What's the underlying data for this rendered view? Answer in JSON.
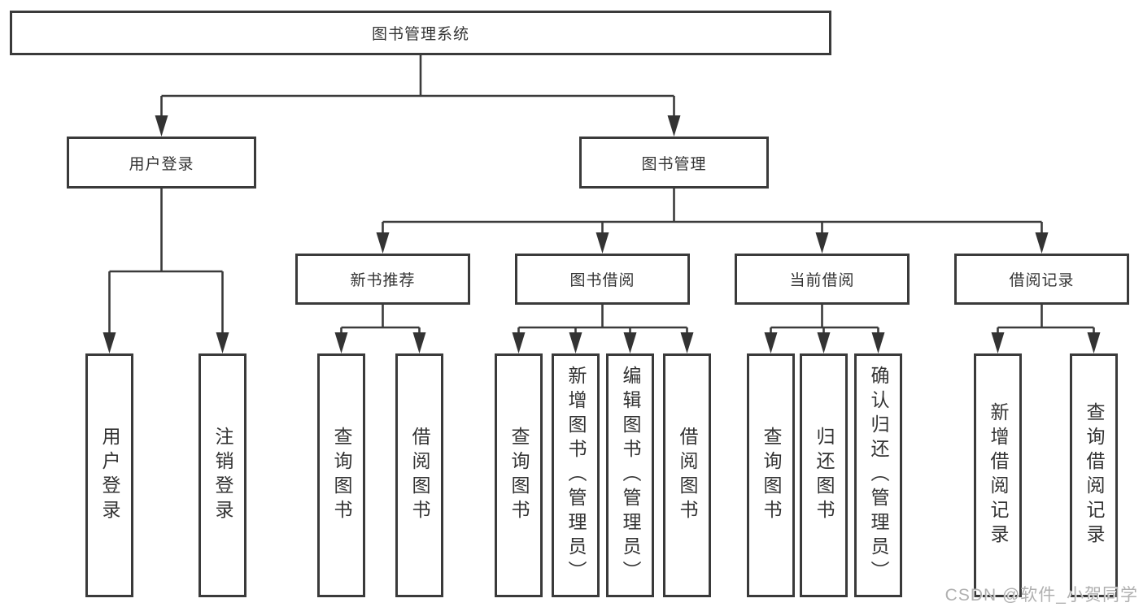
{
  "diagram": {
    "root": {
      "label": "图书管理系统"
    },
    "branches": [
      {
        "label": "用户登录",
        "children": [
          {
            "label": "用户登录"
          },
          {
            "label": "注销登录"
          }
        ]
      },
      {
        "label": "图书管理",
        "children": [
          {
            "label": "新书推荐",
            "children": [
              {
                "label": "查询图书"
              },
              {
                "label": "借阅图书"
              }
            ]
          },
          {
            "label": "图书借阅",
            "children": [
              {
                "label": "查询图书"
              },
              {
                "label": "新增图书（管理员）"
              },
              {
                "label": "编辑图书（管理员）"
              },
              {
                "label": "借阅图书"
              }
            ]
          },
          {
            "label": "当前借阅",
            "children": [
              {
                "label": "查询图书"
              },
              {
                "label": "归还图书"
              },
              {
                "label": "确认归还（管理员）"
              }
            ]
          },
          {
            "label": "借阅记录",
            "children": [
              {
                "label": "新增借阅记录"
              },
              {
                "label": "查询借阅记录"
              }
            ]
          }
        ]
      }
    ]
  },
  "watermark": "CSDN @软件_小贺同学",
  "colors": {
    "line": "#3b3b3b",
    "border": "#3a3a3a",
    "text": "#333333",
    "watermark": "#b0b0b0",
    "background": "#ffffff"
  }
}
